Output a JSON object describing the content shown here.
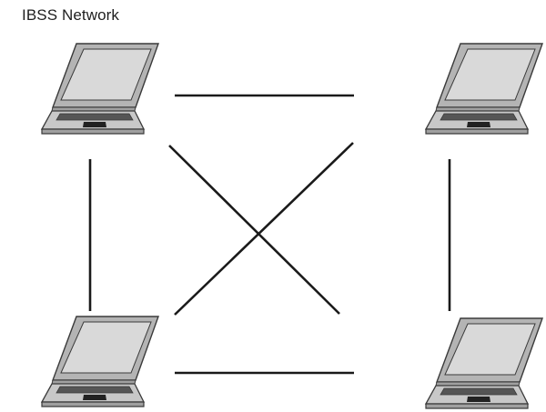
{
  "title": "IBSS Network",
  "colors": {
    "line": "#1a1a1a",
    "laptop_outline": "#3a3a3a",
    "screen_bezel": "#b4b4b4",
    "screen_glass": "#d9d9d9",
    "deck": "#c8c8c8",
    "keyboard": "#555555",
    "touchpad": "#222222",
    "base_front": "#a0a0a0"
  },
  "nodes": [
    {
      "id": "laptop-top-left",
      "icon": "laptop-icon"
    },
    {
      "id": "laptop-top-right",
      "icon": "laptop-icon"
    },
    {
      "id": "laptop-bottom-left",
      "icon": "laptop-icon"
    },
    {
      "id": "laptop-bottom-right",
      "icon": "laptop-icon"
    }
  ],
  "links": [
    {
      "from": "laptop-top-left",
      "to": "laptop-top-right"
    },
    {
      "from": "laptop-bottom-left",
      "to": "laptop-bottom-right"
    },
    {
      "from": "laptop-top-left",
      "to": "laptop-bottom-left"
    },
    {
      "from": "laptop-top-right",
      "to": "laptop-bottom-right"
    },
    {
      "from": "laptop-top-left",
      "to": "laptop-bottom-right"
    },
    {
      "from": "laptop-top-right",
      "to": "laptop-bottom-left"
    }
  ]
}
